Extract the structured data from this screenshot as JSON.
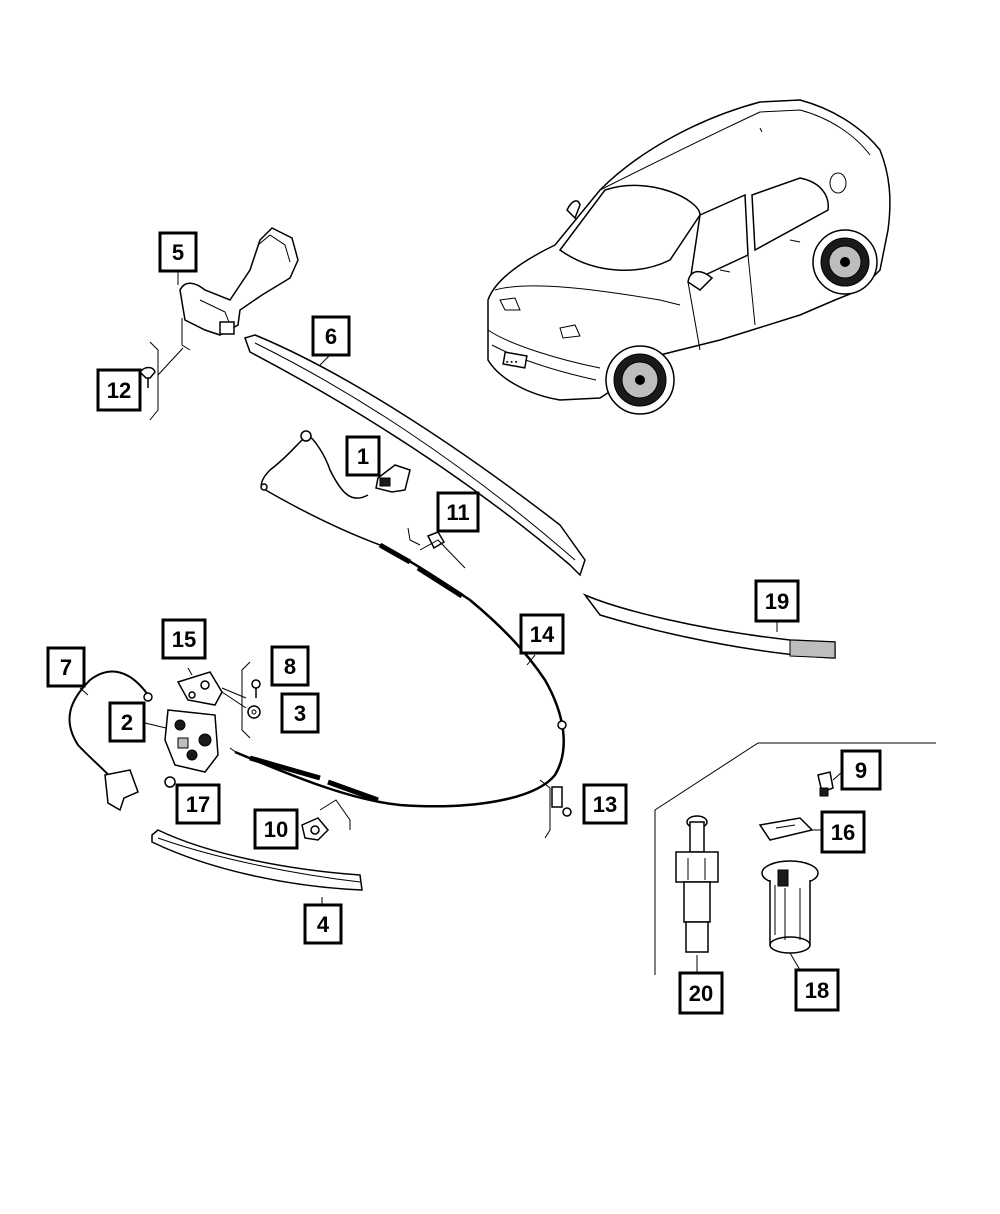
{
  "callouts": {
    "c1": "1",
    "c2": "2",
    "c3": "3",
    "c4": "4",
    "c5": "5",
    "c6": "6",
    "c7": "7",
    "c8": "8",
    "c9": "9",
    "c10": "10",
    "c11": "11",
    "c12": "12",
    "c13": "13",
    "c14": "14",
    "c15": "15",
    "c16": "16",
    "c17": "17",
    "c18": "18",
    "c19": "19",
    "c20": "20"
  },
  "vehicle": {
    "plate_text": "▪ ▪ ▪"
  }
}
